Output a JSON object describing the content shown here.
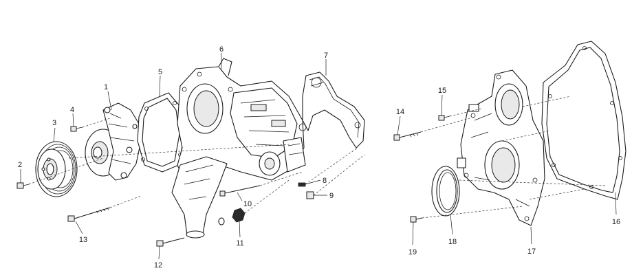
{
  "callouts": [
    "1",
    "2",
    "3",
    "4",
    "5",
    "6",
    "7",
    "8",
    "9",
    "10",
    "11",
    "12",
    "13",
    "14",
    "15",
    "16",
    "17",
    "18",
    "19"
  ],
  "colors": {
    "line": "#1a1a1a",
    "background": "#ffffff"
  }
}
